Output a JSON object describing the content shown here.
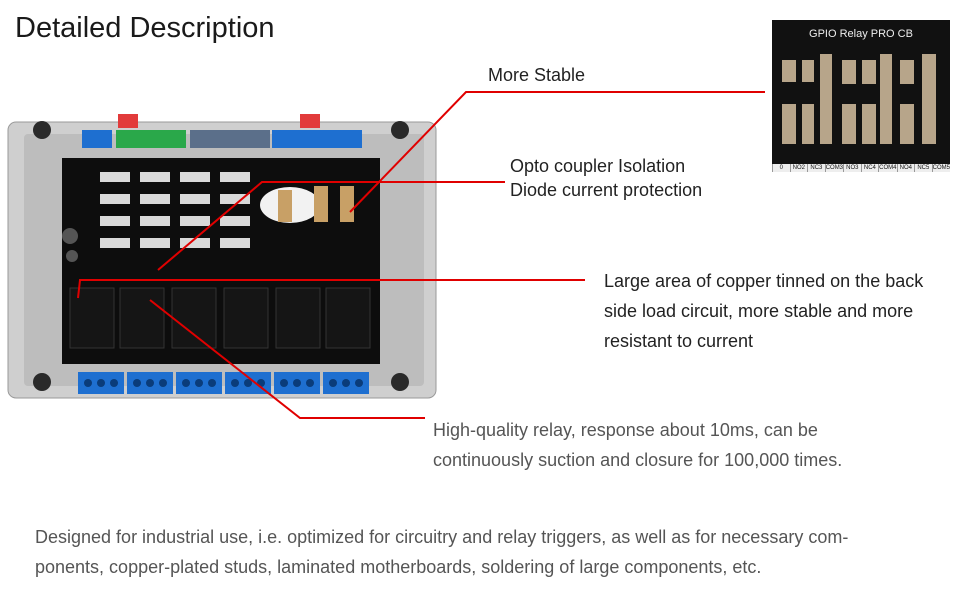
{
  "title": "Detailed Description",
  "callouts": {
    "more_stable": "More Stable",
    "opto_line1": "Opto coupler Isolation",
    "opto_line2": "Diode current protection",
    "copper_line1": "Large area of copper tinned on the back",
    "copper_line2": "side load circuit, more stable and more",
    "copper_line3": "resistant to current",
    "relay_line1": "High-quality relay, response about 10ms, can be",
    "relay_line2": "continuously suction and closure for 100,000 times."
  },
  "inset": {
    "board_label": "GPIO Relay PRO CB",
    "terminal_labels": [
      "0",
      "NO2",
      "NC3",
      "COM3",
      "NO3",
      "NC4",
      "COM4",
      "NO4",
      "NC5",
      "COM5"
    ]
  },
  "footer": {
    "line1": "Designed for industrial use, i.e. optimized for circuitry and relay triggers, as well as for necessary com-",
    "line2": "ponents, copper-plated studs, laminated motherboards, soldering of large components, etc."
  },
  "colors": {
    "pointer_line": "#e00000",
    "terminal_blue": "#1e6fd0",
    "terminal_green": "#2aa84a",
    "board": "#0d0d0d",
    "enclosure": "#cfcfcf"
  }
}
